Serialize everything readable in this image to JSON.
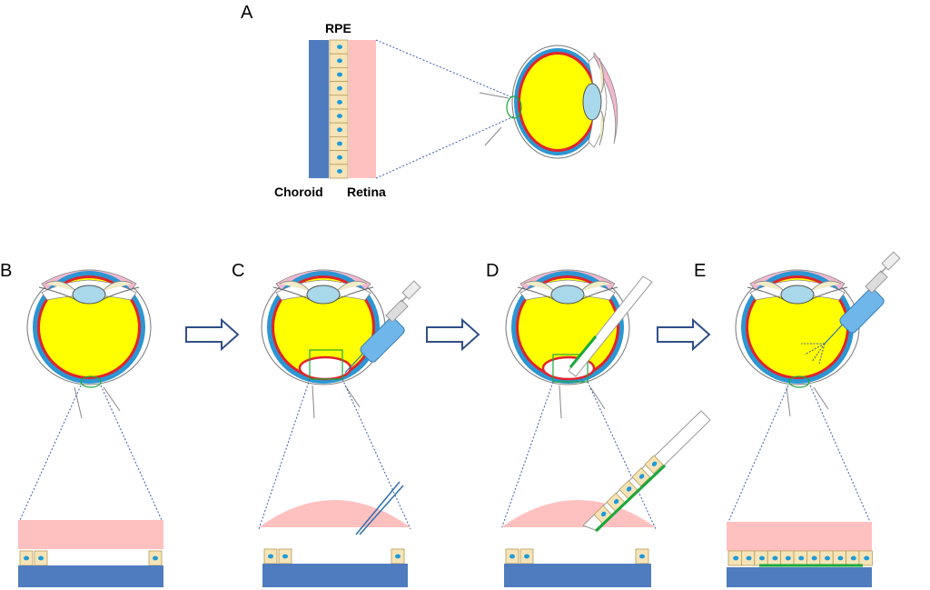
{
  "panels": {
    "a": {
      "letter": "A"
    },
    "b": {
      "letter": "B"
    },
    "c": {
      "letter": "C"
    },
    "d": {
      "letter": "D"
    },
    "e": {
      "letter": "E"
    }
  },
  "labels": {
    "rpe": "RPE",
    "choroid": "Choroid",
    "retina": "Retina"
  },
  "colors": {
    "choroid": "#4f7cbf",
    "retina": "#ffc0c0",
    "rpe_cell": "#f6e4b8",
    "rpe_nucleus": "#1f9ad6",
    "vitreous": "#ffff00",
    "retina_ring": "#e0242a",
    "blue_ring": "#2c96d2",
    "lens": "#a8d8ea",
    "cornea": "#f2b8cf",
    "graft": "#1aa83a",
    "arrow": "#2f4f8a"
  }
}
